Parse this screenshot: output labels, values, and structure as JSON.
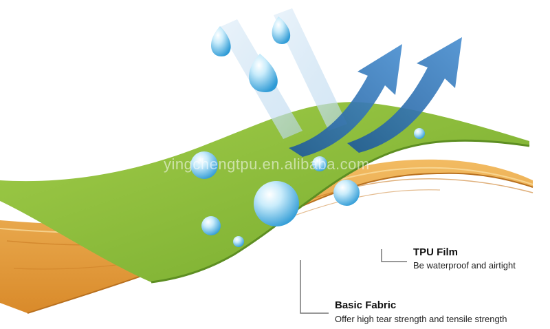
{
  "watermark": "yingchengtpu.en.alibaba.com",
  "layers": {
    "tpu_film": {
      "title": "TPU Film",
      "description": "Be waterproof and airtight",
      "color": "#8bbd3a"
    },
    "basic_fabric": {
      "title": "Basic Fabric",
      "description": "Offer high tear strength and tensile strength",
      "color": "#e9a64a"
    }
  },
  "colors": {
    "arrow_out": "#2f6fb0",
    "arrow_in": "#cfe3f3",
    "droplet": "#5fb8e8",
    "leader_line": "#777777"
  },
  "icons": {
    "droplet": "water-droplet-icon",
    "arrow": "arrow-icon"
  }
}
